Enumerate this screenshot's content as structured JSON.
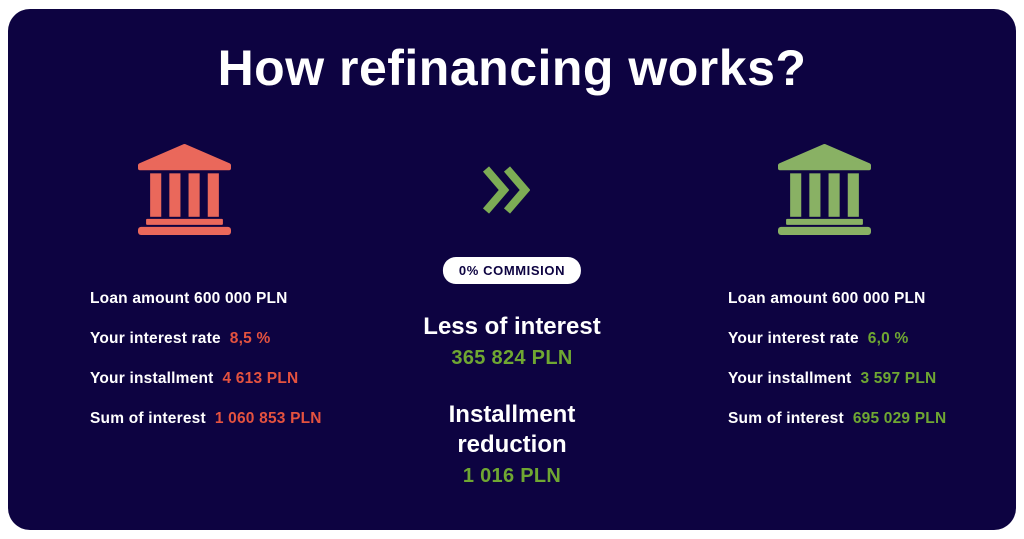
{
  "title": "How refinancing works?",
  "colors": {
    "card_background": "#0d0341",
    "text_white": "#ffffff",
    "red_icon": "#ea685b",
    "red_value": "#e4523f",
    "green_icon": "#89b164",
    "green_chevron": "#7dac55",
    "green_value": "#6fa732"
  },
  "before": {
    "icon": "bank-icon-red",
    "rows": [
      {
        "label": "Loan amount 600 000 PLN",
        "value": ""
      },
      {
        "label": "Your interest rate",
        "value": "8,5 %"
      },
      {
        "label": "Your installment",
        "value": "4 613 PLN"
      },
      {
        "label": "Sum of interest",
        "value": "1 060 853 PLN"
      }
    ]
  },
  "middle": {
    "chevron_icon": "double-chevron-right-icon",
    "badge": "0% COMMISION",
    "section1": {
      "heading": "Less of interest",
      "value": "365 824 PLN"
    },
    "section2": {
      "heading": "Installment reduction",
      "value": "1 016 PLN"
    }
  },
  "after": {
    "icon": "bank-icon-green",
    "rows": [
      {
        "label": "Loan amount 600 000 PLN",
        "value": ""
      },
      {
        "label": "Your interest rate",
        "value": "6,0 %"
      },
      {
        "label": "Your installment",
        "value": "3 597 PLN"
      },
      {
        "label": "Sum of interest",
        "value": "695 029 PLN"
      }
    ]
  }
}
